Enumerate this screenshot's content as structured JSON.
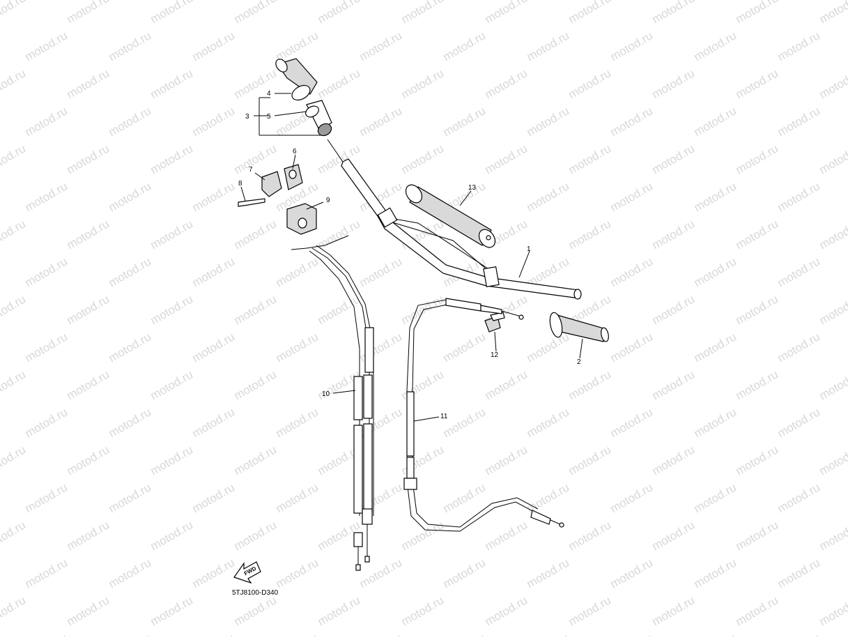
{
  "diagram_code": "5TJ8100-D340",
  "watermark_text": "motod.ru",
  "fwd_label": "FWD",
  "callouts": {
    "c1": "1",
    "c2": "2",
    "c3": "3",
    "c4": "4",
    "c5": "5",
    "c6": "6",
    "c7": "7",
    "c8": "8",
    "c9": "9",
    "c10": "10",
    "c11": "11",
    "c12": "12",
    "c13": "13"
  }
}
